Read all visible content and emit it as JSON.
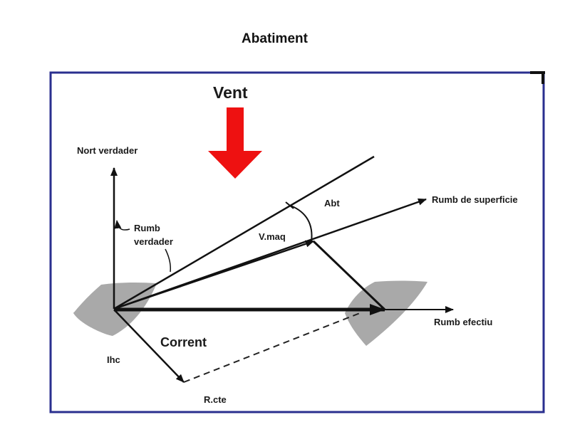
{
  "title": "Abatiment",
  "colors": {
    "frame": "#2a2f8f",
    "wind_arrow": "#ee1111",
    "boat_fill": "#a9a9a9",
    "line": "#111111"
  },
  "labels": {
    "wind": "Vent",
    "true_north": "Nort verdader",
    "true_course_line1": "Rumb",
    "true_course_line2": "verdader",
    "surface_course": "Rumb de superficie",
    "effective_course": "Rumb efectiu",
    "leeway": "Abt",
    "engine_speed": "V.maq",
    "current": "Corrent",
    "hours_current": "Ihc",
    "current_course": "R.cte"
  },
  "icons": {
    "wind": "down-arrow-icon",
    "boat": "boat-hull-icon"
  }
}
